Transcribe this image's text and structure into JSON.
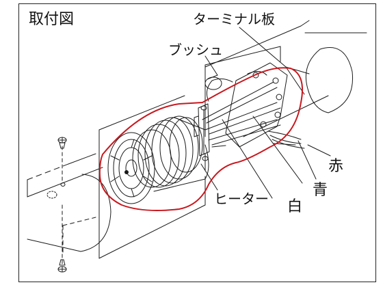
{
  "title": "取付図",
  "labels": {
    "terminal_plate": "ターミナル板",
    "bushing": "ブッシュ",
    "red": "赤",
    "blue": "青",
    "heater": "ヒーター",
    "white": "白"
  },
  "colors": {
    "line": "#1a1a1a",
    "highlight": "#c8181e",
    "background": "#ffffff"
  }
}
